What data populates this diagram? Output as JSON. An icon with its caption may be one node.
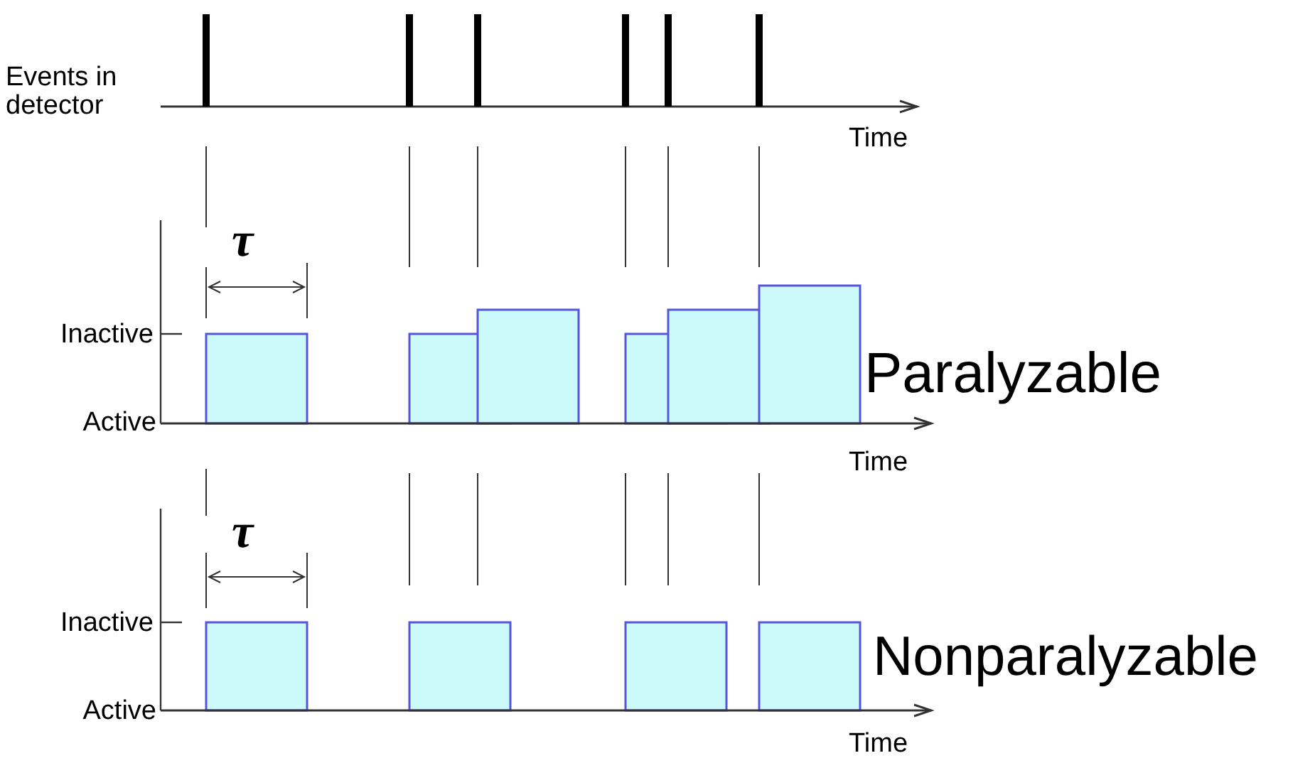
{
  "diagram": {
    "labels": [
      "Events in detector",
      "Time",
      "τ",
      "Inactive",
      "Paralyzable",
      "Active",
      "Time",
      "τ",
      "Inactive",
      "Nonparalyzable",
      "Active",
      "Time"
    ]
  }
}
